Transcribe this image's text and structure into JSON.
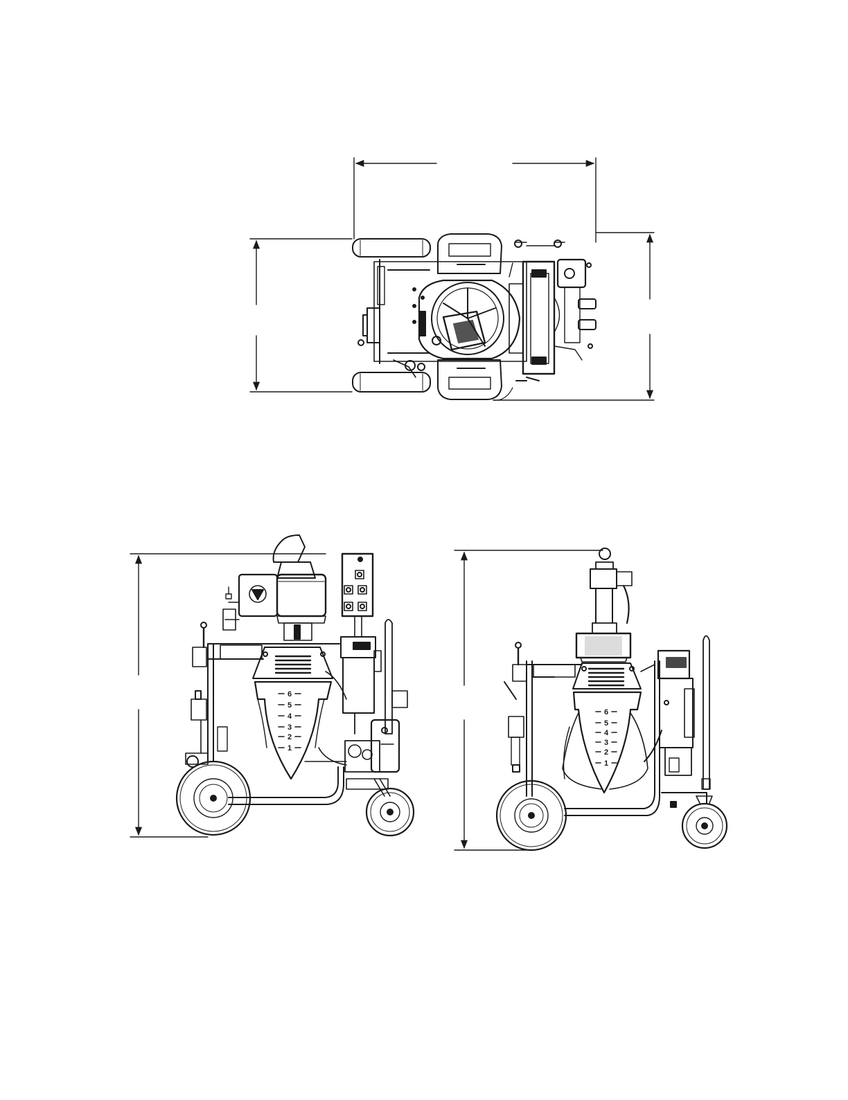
{
  "drawing": {
    "line_color": "#1a1a1a",
    "background": "#ffffff"
  },
  "front_view": {
    "hopper_scale": [
      "6",
      "5",
      "4",
      "3",
      "2",
      "1"
    ]
  },
  "side_view": {
    "hopper_scale": [
      "6",
      "5",
      "4",
      "3",
      "2",
      "1"
    ]
  }
}
